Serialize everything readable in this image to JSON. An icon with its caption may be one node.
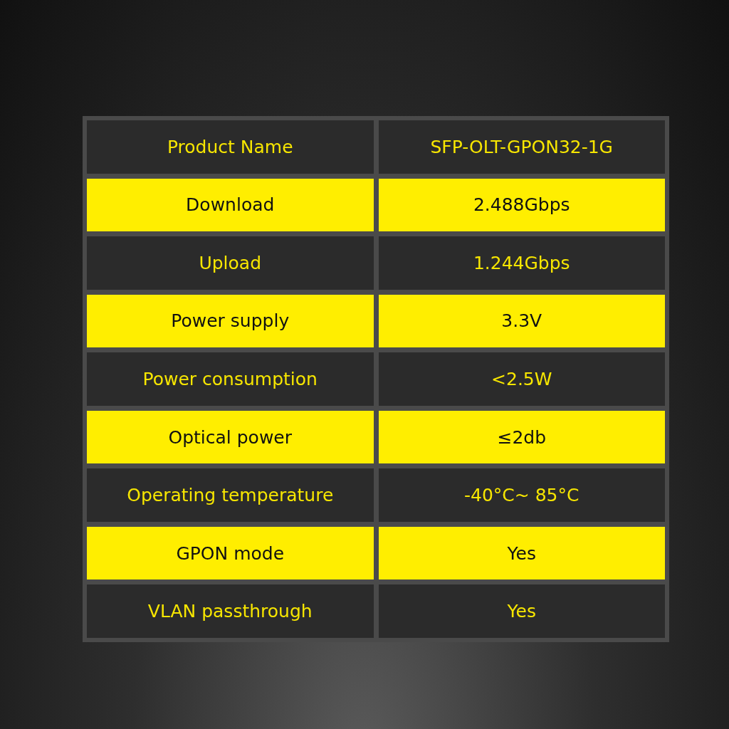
{
  "diagram": {
    "labels": [
      "Product Name",
      "SFP-OLT-GPON32-1G",
      "Download",
      "2.488Gbps",
      "Upload",
      "1.244Gbps",
      "Power supply",
      "3.3V",
      "Power consumption",
      "<2.5W",
      "Optical power",
      "≤2db",
      "Operating temperature",
      "-40°C~ 85°C",
      "GPON mode",
      "Yes",
      "VLAN passthrough",
      "Yes"
    ]
  }
}
